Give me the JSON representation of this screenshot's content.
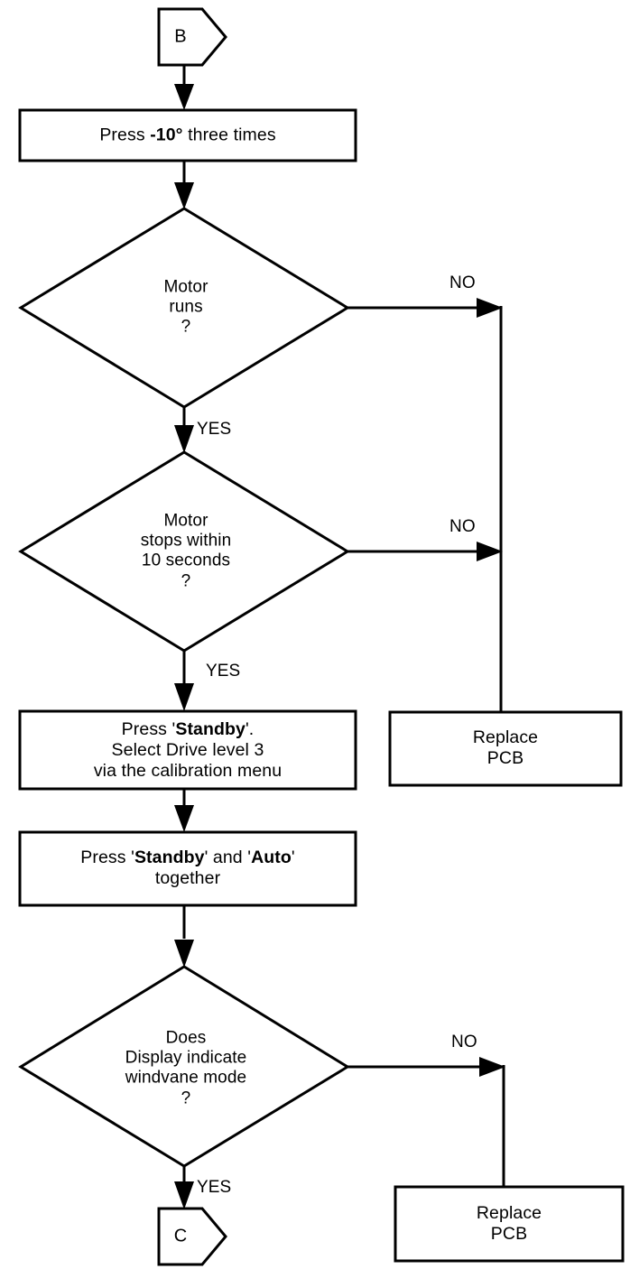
{
  "diagram": {
    "type": "flowchart",
    "title": "",
    "entry_connector": {
      "id": "connector-b",
      "label": "B",
      "shape": "pentagon-right"
    },
    "exit_connector": {
      "id": "connector-c",
      "label": "C",
      "shape": "pentagon-right"
    },
    "nodes": [
      {
        "id": "step-press-minus-10",
        "shape": "process",
        "lines": [
          {
            "pre": "Press ",
            "bold": "-10°",
            "post": " three times"
          }
        ]
      },
      {
        "id": "decision-motor-runs",
        "shape": "decision",
        "lines": [
          "Motor",
          "runs",
          "?"
        ]
      },
      {
        "id": "decision-motor-stops",
        "shape": "decision",
        "lines": [
          "Motor",
          "stops within",
          "10 seconds",
          "?"
        ]
      },
      {
        "id": "step-standby-drive-level",
        "shape": "process",
        "lines": [
          {
            "pre": "Press '",
            "bold": "Standby",
            "post": "'."
          },
          {
            "pre": "Select Drive level 3",
            "bold": "",
            "post": ""
          },
          {
            "pre": "via the calibration menu",
            "bold": "",
            "post": ""
          }
        ]
      },
      {
        "id": "step-standby-auto",
        "shape": "process",
        "lines": [
          {
            "pre": "Press '",
            "bold": "Standby",
            "mid": "' and '",
            "bold2": "Auto",
            "post": "'"
          },
          {
            "pre": "together",
            "bold": "",
            "post": ""
          }
        ]
      },
      {
        "id": "decision-windvane-mode",
        "shape": "decision",
        "lines": [
          "Does",
          "Display indicate",
          "windvane mode",
          "?"
        ]
      },
      {
        "id": "terminal-replace-pcb-upper",
        "shape": "process",
        "lines": [
          "Replace",
          "PCB"
        ]
      },
      {
        "id": "terminal-replace-pcb-lower",
        "shape": "process",
        "lines": [
          "Replace",
          "PCB"
        ]
      }
    ],
    "edge_labels": {
      "no_1": "NO",
      "no_2": "NO",
      "no_3": "NO",
      "yes_1": "YES",
      "yes_2": "YES",
      "yes_3": "YES"
    },
    "colors": {
      "stroke": "#000000",
      "fill": "#ffffff",
      "background": "#ffffff"
    }
  }
}
